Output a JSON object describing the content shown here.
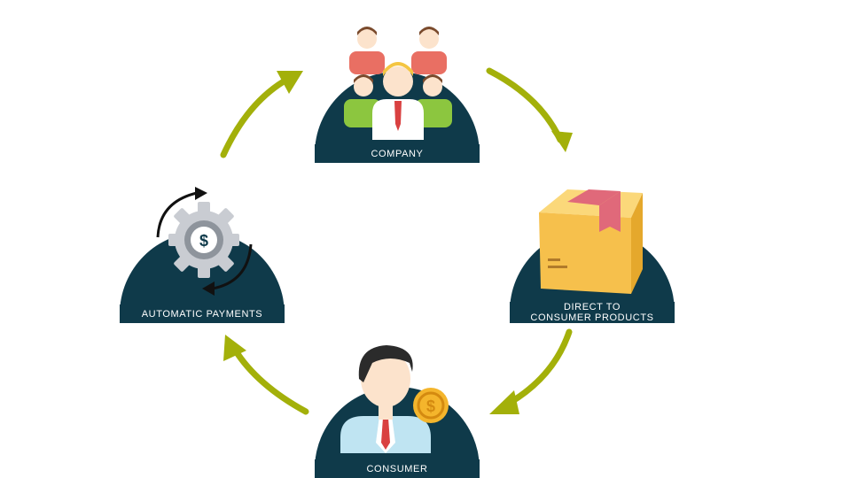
{
  "nodes": {
    "company": {
      "label": "COMPANY",
      "icon": "team-icon"
    },
    "products": {
      "label_line1": "DIRECT TO",
      "label_line2": "CONSUMER PRODUCTS",
      "icon": "box-icon"
    },
    "consumer": {
      "label": "CONSUMER",
      "icon": "customer-with-coin-icon"
    },
    "payments": {
      "label": "AUTOMATIC PAYMENTS",
      "icon": "gear-dollar-cycle-icon"
    }
  },
  "colors": {
    "node_bg": "#0f3a4a",
    "arrow": "#a3b00a",
    "box": "#f6c04c",
    "tape": "#e0697a",
    "coin": "#f4b52c",
    "skin": "#fce3cc",
    "hair": "#7a4a2c"
  }
}
